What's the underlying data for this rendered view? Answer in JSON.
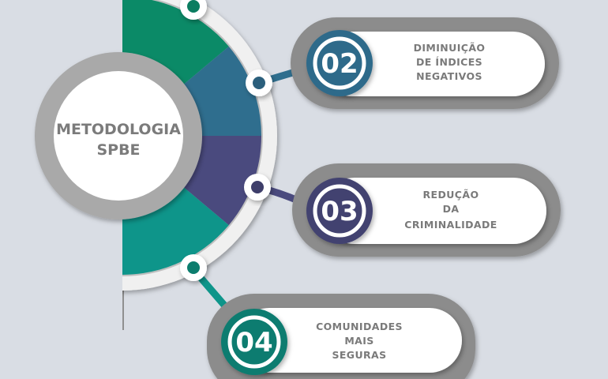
{
  "center": {
    "title_lines": [
      "METODOLOGIA",
      "SPBE"
    ]
  },
  "segments": [
    {
      "color": "#0b8a67"
    },
    {
      "color": "#2f6e8e"
    },
    {
      "color": "#4a4a7e"
    },
    {
      "color": "#0e958a"
    }
  ],
  "items": [
    {
      "number": "02",
      "lines": [
        "DIMINUIÇÃO",
        "DE ÍNDICES",
        "NEGATIVOS"
      ],
      "color": "#2d6a8a"
    },
    {
      "number": "03",
      "lines": [
        "REDUÇÃO",
        "DA",
        "CRIMINALIDADE"
      ],
      "color": "#42426f"
    },
    {
      "number": "04",
      "lines": [
        "COMUNIDADES",
        "MAIS",
        "SEGURAS"
      ],
      "color": "#0e7b6f"
    }
  ],
  "colors": {
    "background": "#d9dde4",
    "pill_outer": "#8c8c8c",
    "ring": "#f0f0f0"
  }
}
